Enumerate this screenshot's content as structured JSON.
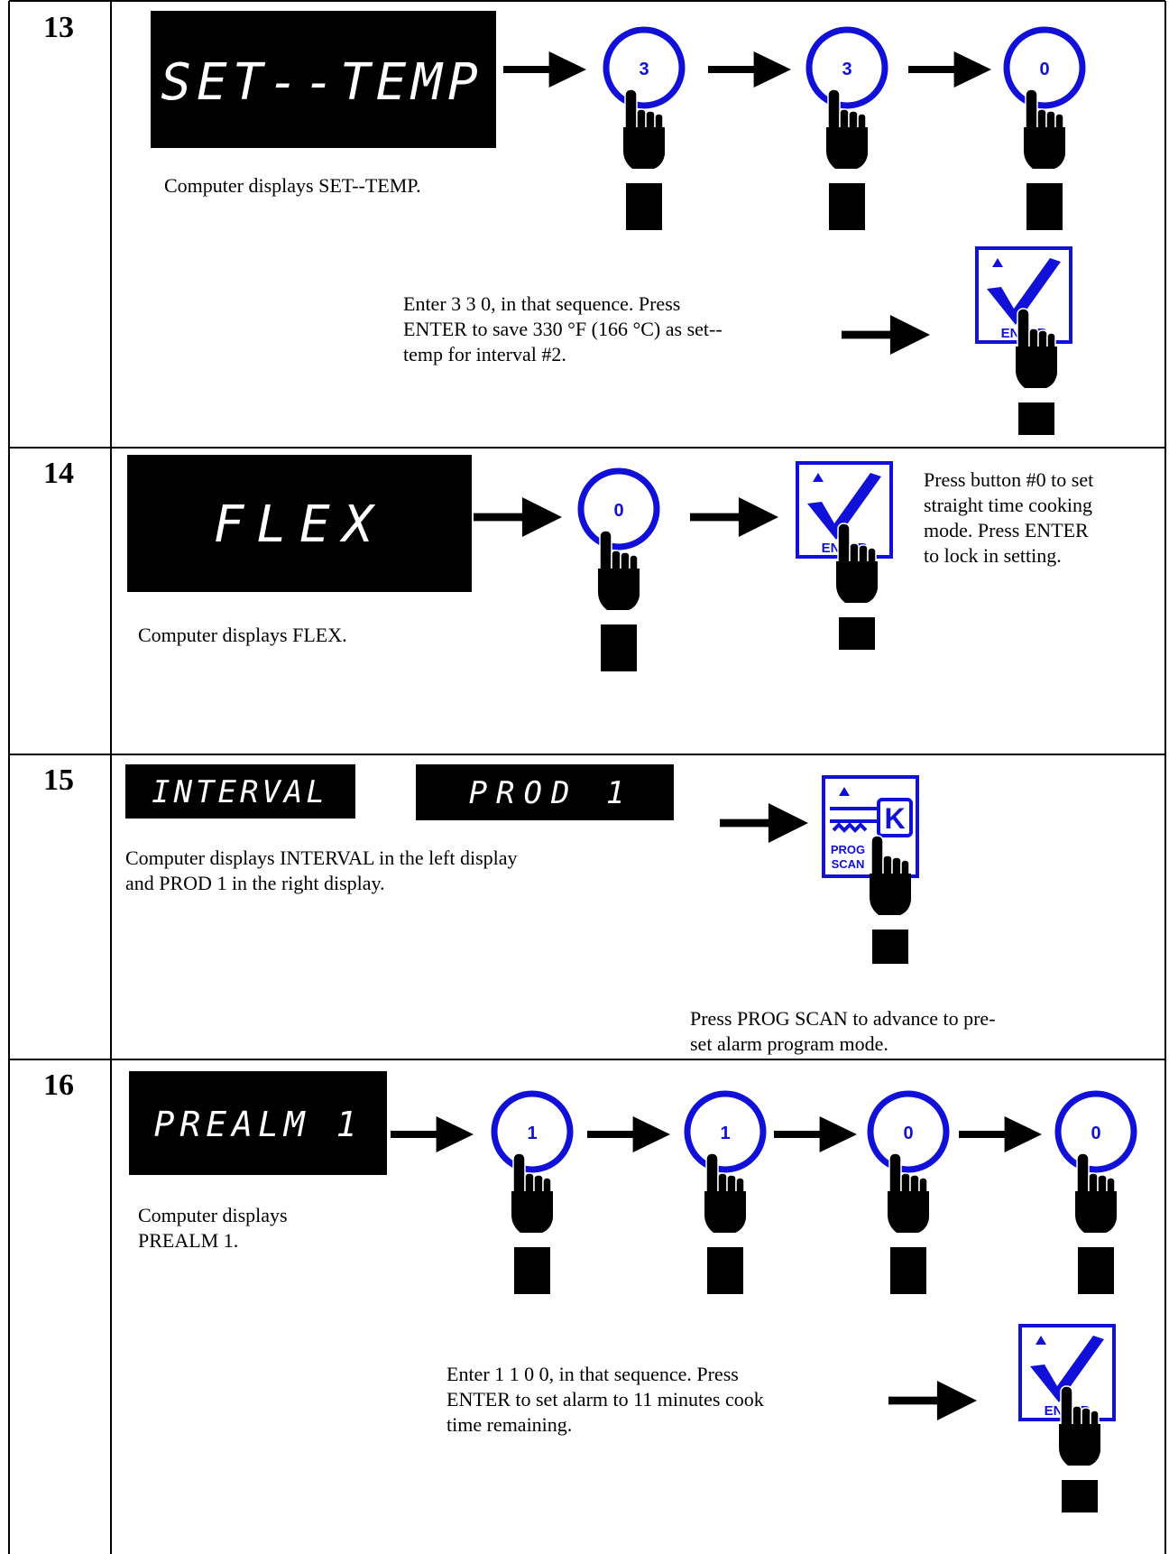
{
  "steps": [
    {
      "number": "13",
      "display": "SET--TEMP",
      "caption": "Computer displays SET--TEMP.",
      "keys": [
        "3",
        "3",
        "0"
      ],
      "instruction_line1": "Enter 3  3 0, in that sequence.  Press",
      "instruction_line2": "ENTER to save 330 °F (166 °C) as set--",
      "instruction_line3": "temp for interval #2."
    },
    {
      "number": "14",
      "display": "FLEX",
      "caption": "Computer displays FLEX.",
      "keys": [
        "0"
      ],
      "instruction_line1": "Press button #0 to set",
      "instruction_line2": "straight time cooking",
      "instruction_line3": "mode.  Press ENTER",
      "instruction_line4": "to lock in setting."
    },
    {
      "number": "15",
      "display_left": "INTERVAL",
      "display_right": "PROD 1",
      "caption_line1": "Computer displays INTERVAL in the left display",
      "caption_line2": "and PROD 1 in the right display.",
      "instruction_line1": "Press PROG SCAN to advance to pre-",
      "instruction_line2": "set alarm program mode."
    },
    {
      "number": "16",
      "display": "PREALM 1",
      "caption_line1": "Computer displays",
      "caption_line2": "PREALM 1.",
      "keys": [
        "1",
        "1",
        "0",
        "0"
      ],
      "instruction_line1": "Enter 1  1 0 0, in that sequence.  Press",
      "instruction_line2": "ENTER to set alarm to 11 minutes cook",
      "instruction_line3": "time remaining."
    }
  ],
  "enter_key_label": "ENTER",
  "prog_scan_label_line1": "PROG",
  "prog_scan_label_line2": "SCAN",
  "prog_scan_key_letter": "K",
  "colors": {
    "key_blue": "#1010d8",
    "display_bg": "#000000",
    "display_text": "#ffffff"
  }
}
